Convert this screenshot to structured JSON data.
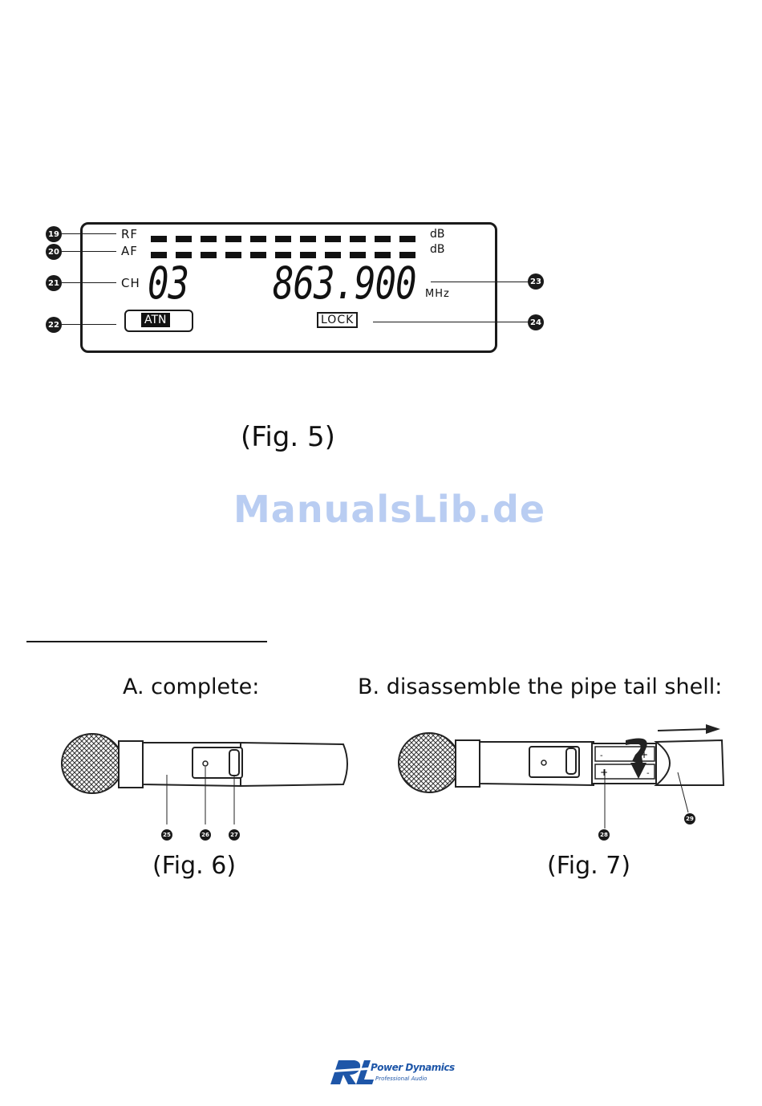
{
  "lcd": {
    "rf_label": "RF",
    "af_label": "AF",
    "db_label_rf": "dB",
    "db_label_af": "dB",
    "ch_label": "CH",
    "channel": "03",
    "frequency": "863.900",
    "freq_unit": "MHz",
    "atn_label": "ATN",
    "lock_label": "LOCK",
    "segments_per_row": 11,
    "callouts": {
      "c19": "19",
      "c20": "20",
      "c21": "21",
      "c22": "22",
      "c23": "23",
      "c24": "24"
    }
  },
  "fig5_caption": "(Fig. 5)",
  "watermark": "ManualsLib.de",
  "section_a": {
    "heading": "A. complete:",
    "caption": "(Fig. 6)",
    "callouts": {
      "c25": "25",
      "c26": "26",
      "c27": "27"
    }
  },
  "section_b": {
    "heading": "B. disassemble the pipe tail shell:",
    "caption": "(Fig. 7)",
    "callouts": {
      "c28": "28",
      "c29": "29"
    }
  },
  "logo": {
    "text": "Power Dynamics",
    "subtext": "Professional Audio"
  }
}
